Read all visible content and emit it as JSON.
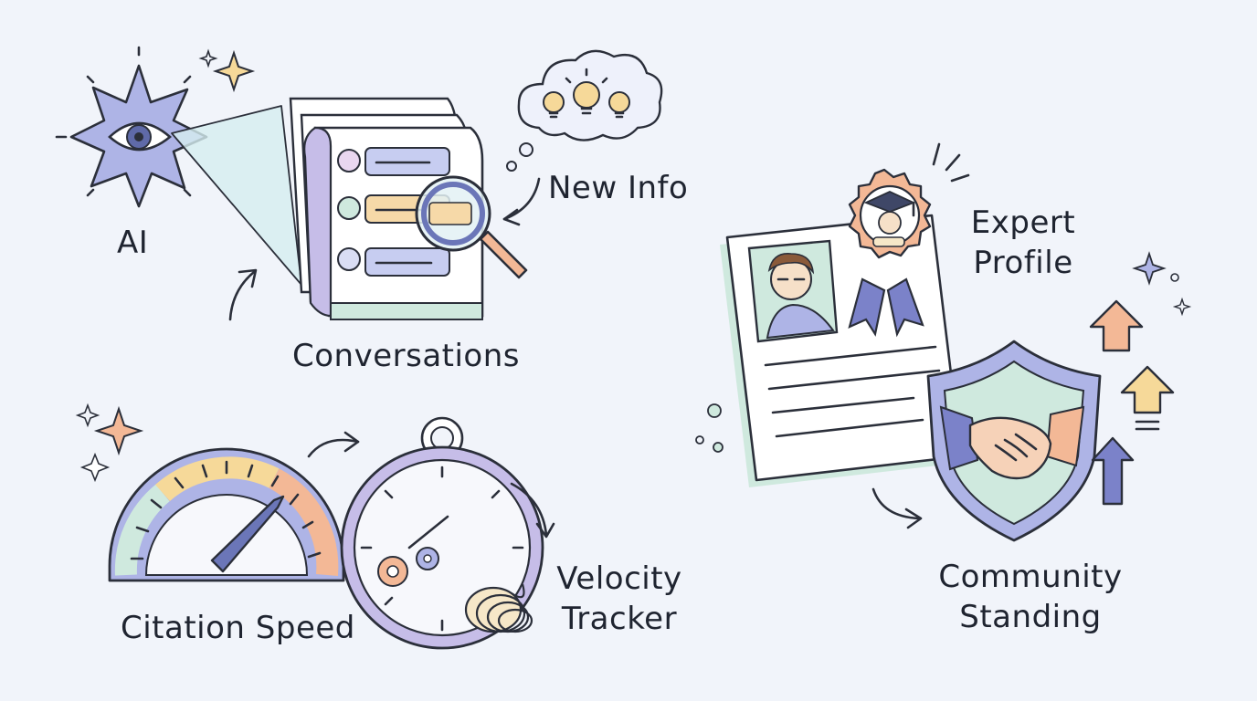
{
  "labels": {
    "ai": "AI",
    "conversations": "Conversations",
    "new_info": "New Info",
    "expert_profile_line1": "Expert",
    "expert_profile_line2": "Profile",
    "citation_speed": "Citation Speed",
    "velocity_tracker_line1": "Velocity",
    "velocity_tracker_line2": "Tracker",
    "community_standing_line1": "Community",
    "community_standing_line2": "Standing"
  },
  "colors": {
    "background": "#f1f4fa",
    "lavender": "#aeb4e6",
    "lavender_dark": "#7b82c9",
    "mint": "#cfe9de",
    "peach": "#f3b896",
    "yellow": "#f6d999",
    "ink": "#2b2f3a"
  },
  "icons": {
    "ai": "eye-star-icon",
    "conversations": "chat-document-icon",
    "search": "magnifying-glass-icon",
    "new_info": "lightbulb-cloud-icon",
    "expert": "graduate-badge-icon",
    "profile": "profile-card-icon",
    "speed": "speedometer-icon",
    "tracker": "stopwatch-icon",
    "community": "handshake-shield-icon",
    "growth": "up-arrows-icon"
  }
}
